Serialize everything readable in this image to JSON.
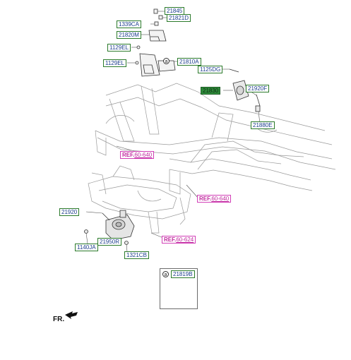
{
  "labels": {
    "p21845": "21845",
    "p21821D": "21821D",
    "p1339CA": "1339CA",
    "p21820M": "21820M",
    "p1129EL_top": "1129EL",
    "p1129EL_bot": "1129EL",
    "p21810A": "21810A",
    "p1125DG": "1125DG",
    "p21830": "21830",
    "p21920F": "21920F",
    "p21880E": "21880E",
    "p21920": "21920",
    "p1140JA": "1140JA",
    "p21950R": "21950R",
    "p1321CB": "1321CB",
    "p21819B": "21819B"
  },
  "refs": {
    "ref1": {
      "prefix": "REF.",
      "code": "60-640"
    },
    "ref2": {
      "prefix": "REF.",
      "code": "60-640"
    },
    "ref3": {
      "prefix": "REF.",
      "code": "60-624"
    }
  },
  "callout_letter": "a",
  "detail_letter": "a",
  "direction_label": "FR.",
  "colors": {
    "label_text": "#1a3c8c",
    "label_border": "#2b7a2b",
    "highlight": "#2e8b3a",
    "ref_border": "#d23fb7",
    "line": "#444444"
  }
}
